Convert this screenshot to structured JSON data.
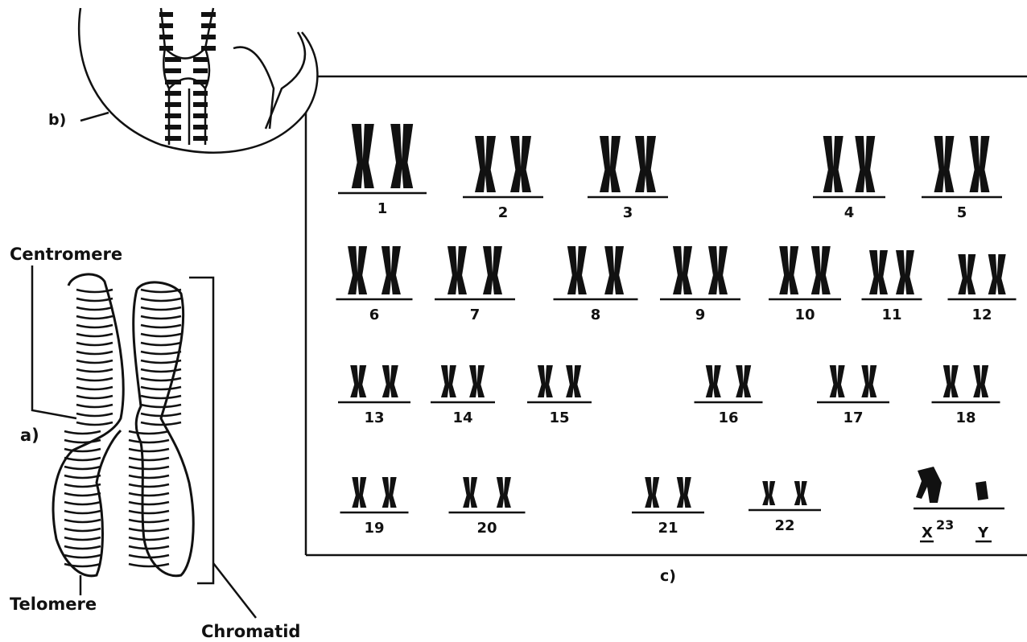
{
  "labels": {
    "centromere": "Centromere",
    "telomere": "Telomere",
    "chromatid": "Chromatid",
    "panel_a": "a)",
    "panel_b": "b)",
    "panel_c": "c)"
  },
  "karyotype": {
    "pairs": [
      "1",
      "2",
      "3",
      "4",
      "5",
      "6",
      "7",
      "8",
      "9",
      "10",
      "11",
      "12",
      "13",
      "14",
      "15",
      "16",
      "17",
      "18",
      "19",
      "20",
      "21",
      "22"
    ],
    "sex_x": "X",
    "sex_y": "Y",
    "sex_number": "23"
  },
  "colors": {
    "ink": "#111111",
    "background": "#ffffff"
  }
}
